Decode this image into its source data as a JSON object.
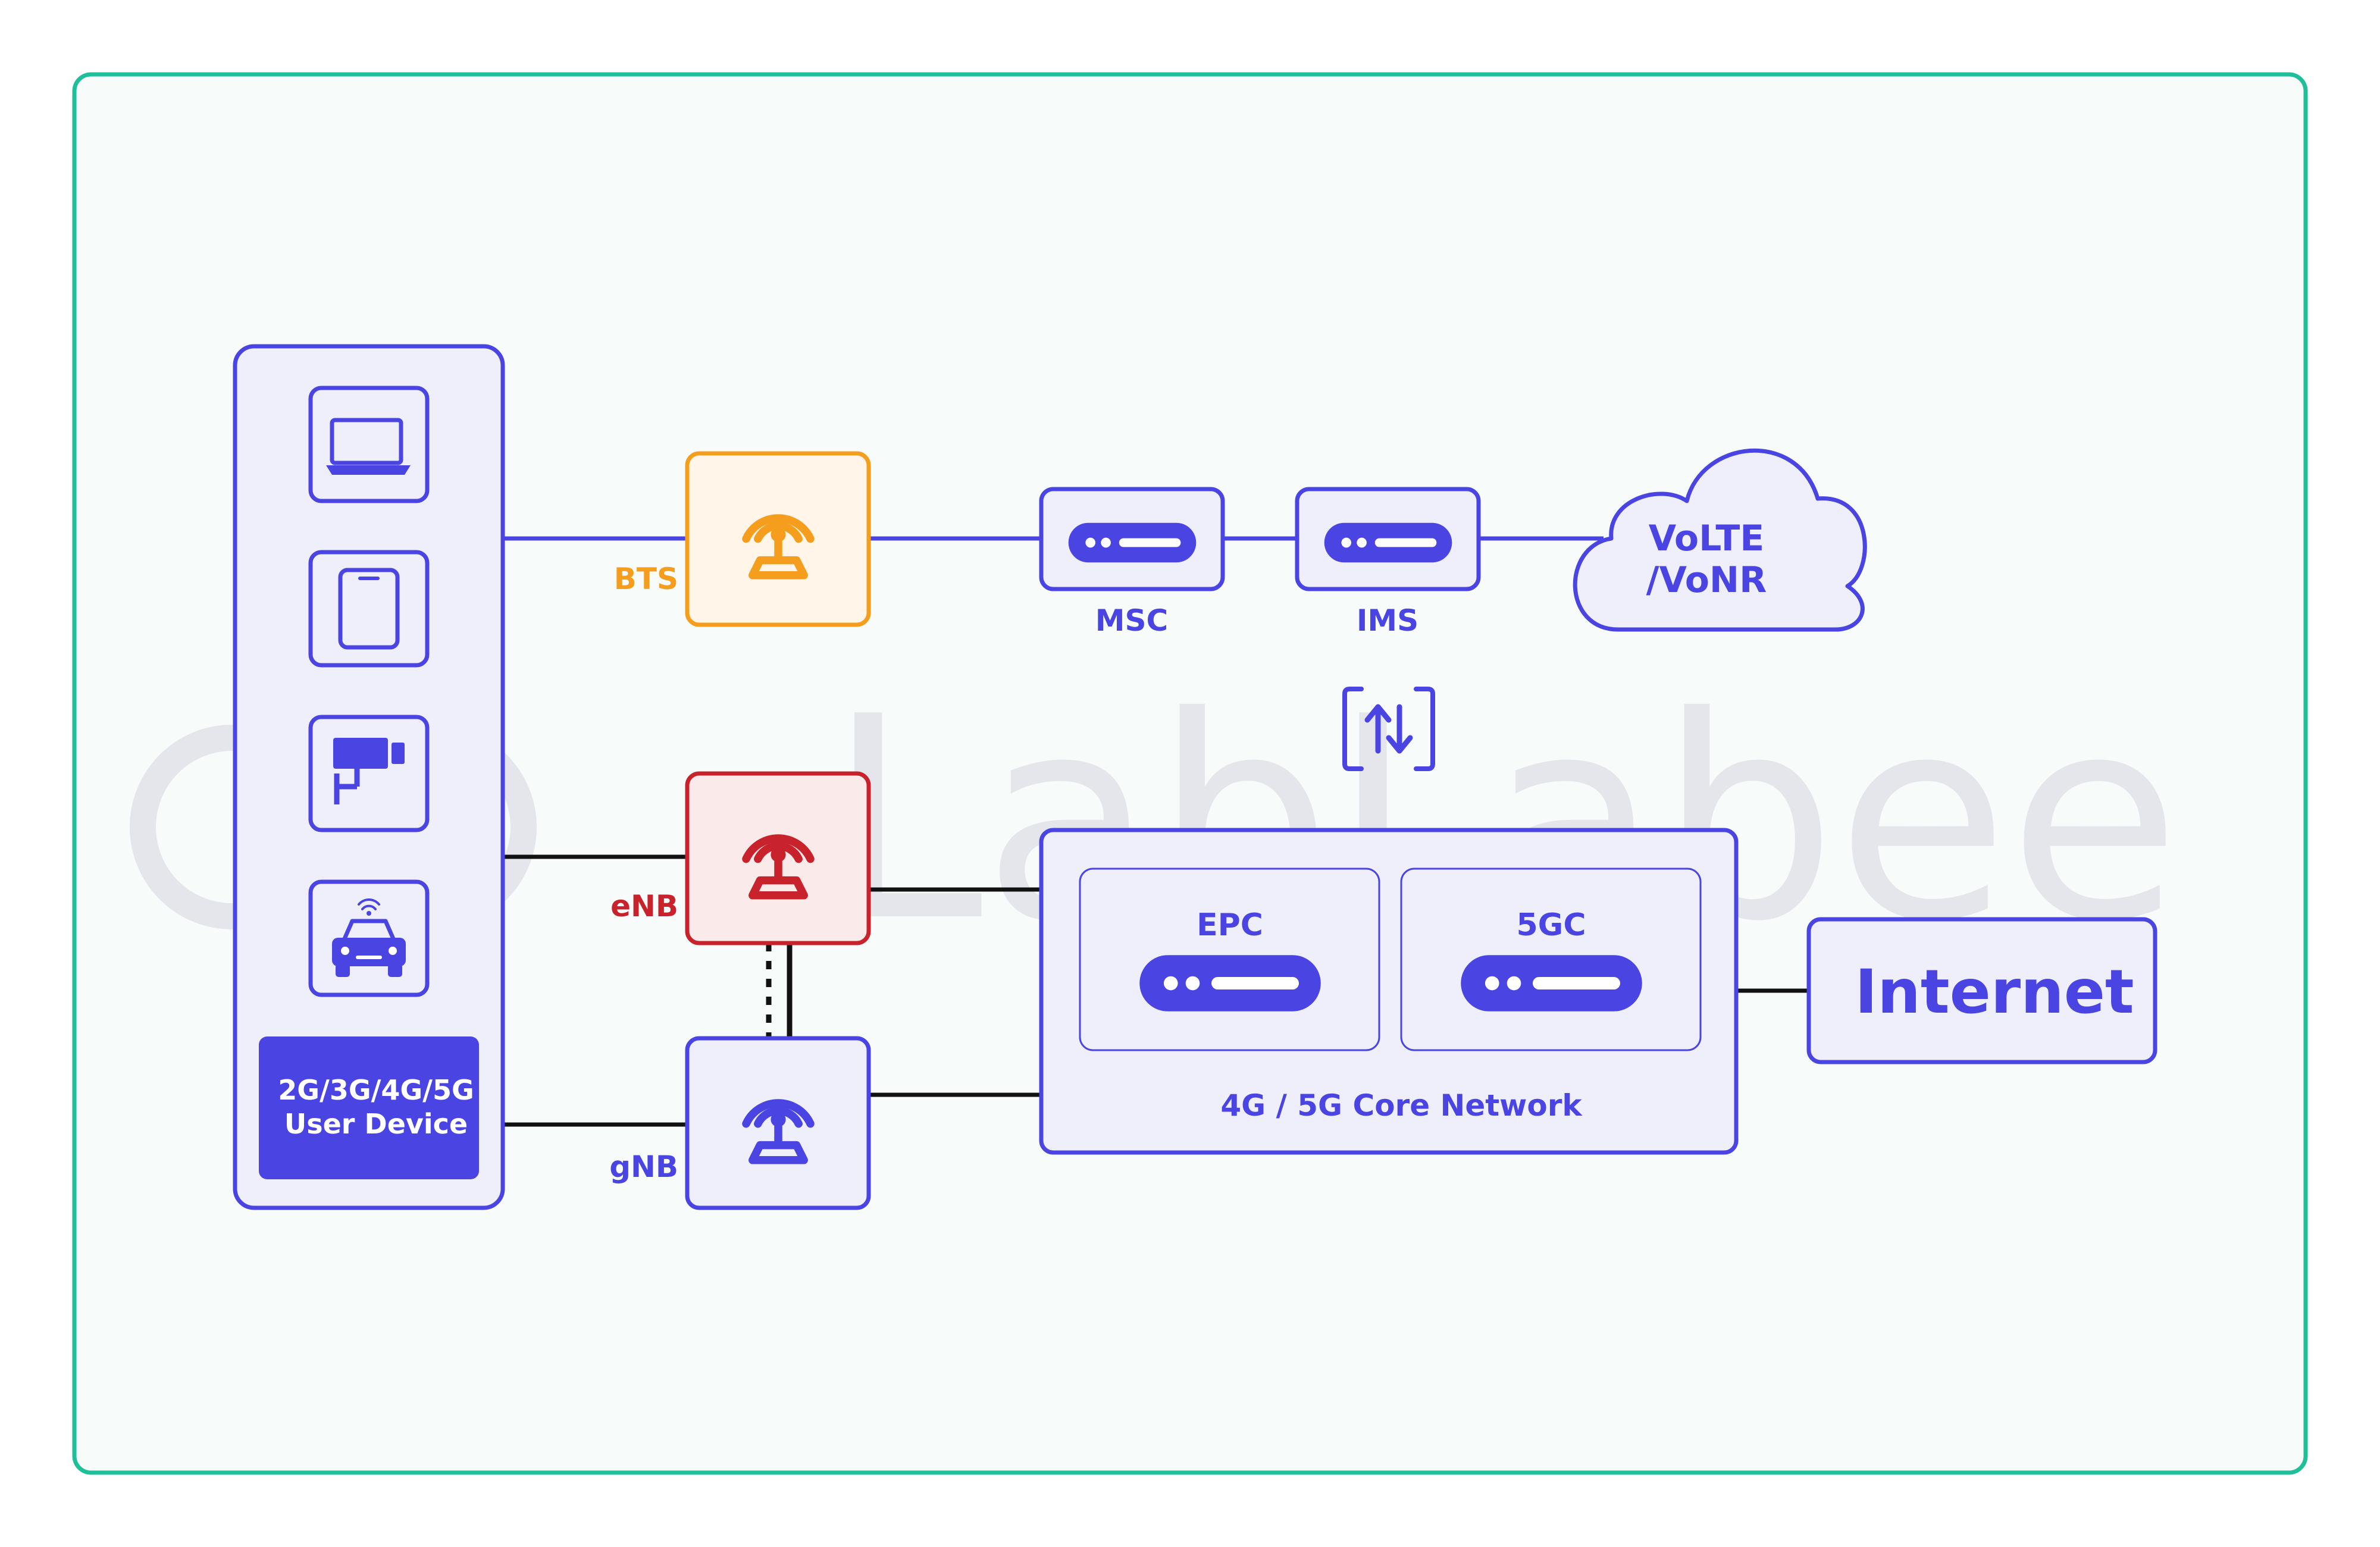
{
  "watermark": "LabLabee",
  "colors": {
    "frame": "#1fbf9a",
    "background": "#f7fbfa",
    "primary": "#4a45e2",
    "panel_fill": "#efeefb",
    "bts": "#f59e1e",
    "bts_fill": "#fff5e8",
    "enb": "#c8232c",
    "enb_fill": "#fbeaea",
    "link": "#111111",
    "watermark": "#e4e6ec"
  },
  "devices": {
    "icons": [
      "laptop-icon",
      "tablet-icon",
      "cctv-camera-icon",
      "connected-car-icon"
    ],
    "label_line1": "2G/3G/4G/5G",
    "label_line2": "User Device"
  },
  "stations": {
    "bts": {
      "label": "BTS",
      "icon": "antenna-tower-icon"
    },
    "enb": {
      "label": "eNB",
      "icon": "antenna-tower-icon"
    },
    "gnb": {
      "label": "gNB",
      "icon": "antenna-tower-icon"
    }
  },
  "nodes": {
    "msc": {
      "label": "MSC",
      "icon": "server-icon"
    },
    "ims": {
      "label": "IMS",
      "icon": "server-icon"
    },
    "cloud": {
      "line1": "VoLTE",
      "line2": "/VoNR",
      "icon": "cloud-icon"
    },
    "exchange": {
      "icon": "up-down-arrows-icon"
    }
  },
  "core": {
    "label": "4G / 5G Core Network",
    "epc": {
      "label": "EPC",
      "icon": "server-icon"
    },
    "fivegc": {
      "label": "5GC",
      "icon": "server-icon"
    }
  },
  "internet": {
    "label": "Internet"
  }
}
